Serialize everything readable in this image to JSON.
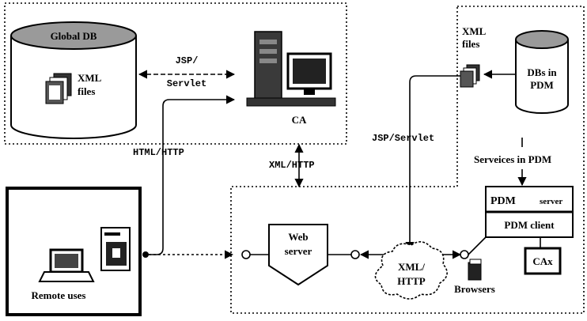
{
  "diagram": {
    "global_db": {
      "label": "Global DB",
      "xml_line1": "XML",
      "xml_line2": "files"
    },
    "jsp_servlet_top": {
      "line1": "JSP/",
      "line2": "Servlet"
    },
    "ca_label": "CA",
    "html_http_label": "HTML/HTTP",
    "xml_http_mid_label": "XML/HTTP",
    "jsp_servlet_right_label": "JSP/Servlet",
    "pdm_xml_files": {
      "line1": "XML",
      "line2": "files"
    },
    "dbs_in_pdm": {
      "line1": "DBs in",
      "line2": "PDM"
    },
    "services_label": "Serveices in PDM",
    "pdm_server": {
      "left": "PDM",
      "right": "server"
    },
    "pdm_client_label": "PDM client",
    "cax_label": "CAx",
    "web_server": {
      "line1": "Web",
      "line2": "server"
    },
    "cloud": {
      "line1": "XML/",
      "line2": "HTTP"
    },
    "browsers_label": "Browsers",
    "remote_users_label": "Remote uses"
  }
}
